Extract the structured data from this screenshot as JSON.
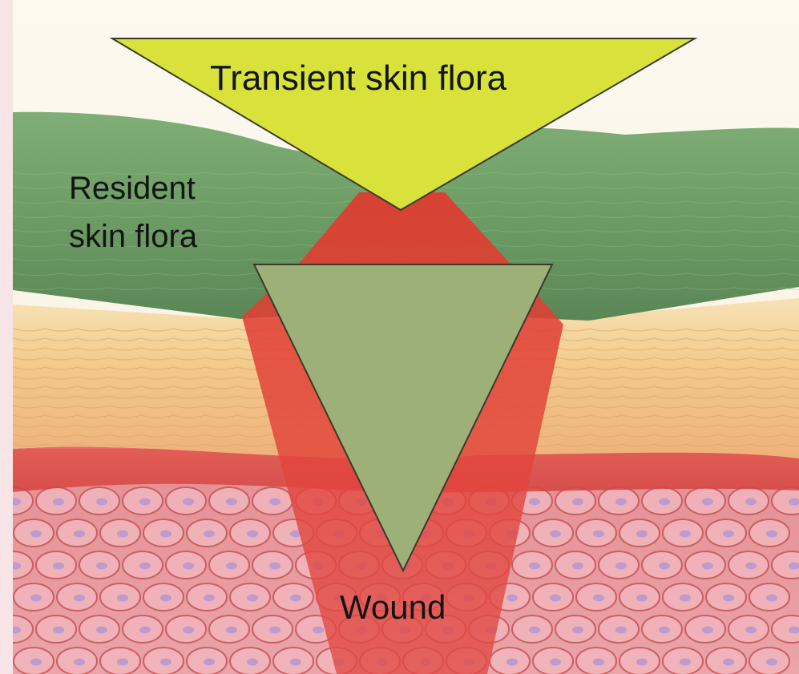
{
  "labels": {
    "transient": "Transient skin flora",
    "resident": "Resident\nskin flora",
    "wound": "Wound"
  },
  "colors": {
    "page_border": "#f7e4e6",
    "background": "#fbf5ea",
    "epidermis_green": "#6e9e66",
    "dermis_tan": "#f1c98a",
    "deep_tissue_pink": "#e9a1a6",
    "cell_nucleus": "#b89ad0",
    "wound_red": "#e03a2e",
    "transient_triangle": "#d8e23a",
    "resident_triangle": "#9db077"
  }
}
